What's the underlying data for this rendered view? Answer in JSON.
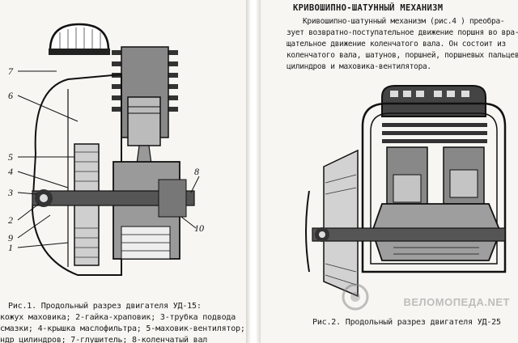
{
  "left_page": {
    "figure_labels": [
      "7",
      "6",
      "5",
      "4",
      "3",
      "2",
      "9",
      "1",
      "8",
      "10"
    ],
    "caption_title": "Рис.1. Продольный разрез двигателя УД-15:",
    "caption_lines": [
      "кожух маховика; 2-гайка-храповик; 3-трубка подвода",
      "смазки; 4-крышка маслофильтра; 5-маховик-вентилятор;",
      "ндр цилиндров; 7-глушитель; 8-коленчатый вал"
    ]
  },
  "right_page": {
    "heading": "КРИВОШИПНО-ШАТУННЫЙ МЕХАНИЗМ",
    "paragraph_lines": [
      "Кривошипно-шатунный механизм (рис.4 ) преобра-",
      "зует возвратно-поступательное движение поршня во вра-",
      "щательное движение коленчатого вала. Он состоит из",
      "коленчатого вала, шатунов, поршней, поршневых пальцев,",
      "цилиндров и маховика-вентилятора."
    ],
    "caption": "Рис.2. Продольный разрез двигателя УД-25",
    "watermark": "ВЕЛОМОПЕДА.NET"
  }
}
